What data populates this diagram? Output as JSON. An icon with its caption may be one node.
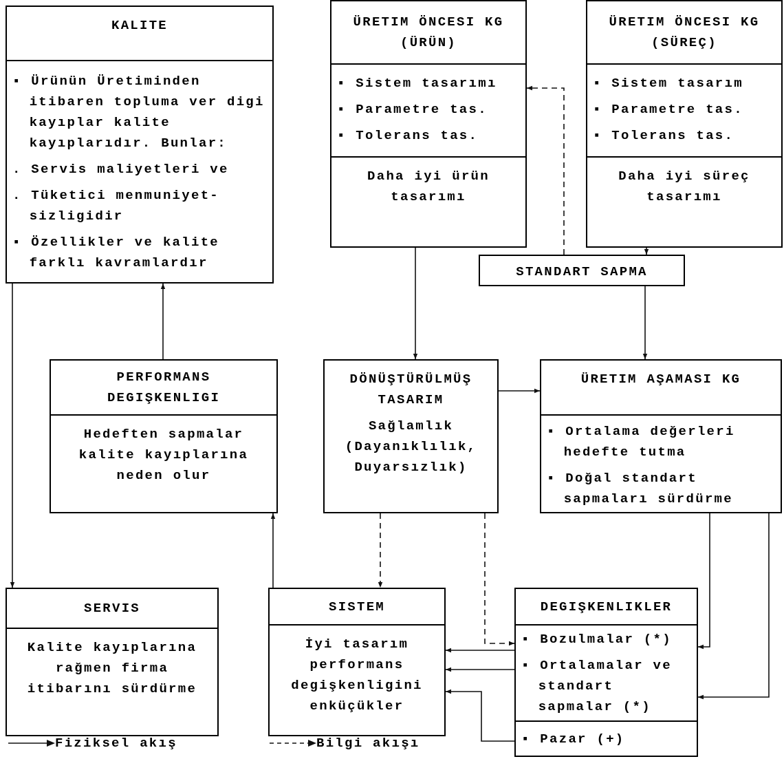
{
  "diagram": {
    "nodes": [
      {
        "text": [
          "KALITE",
          "▪ Ürünün Üretiminden itibaren topluma ver digi kayıplar kalite kayıplarıdır. Bunlar:",
          ". Servis maliyetleri ve",
          ". Tüketici menmuniyet- sizligidir",
          "▪ Özellikler ve kalite farklı kavramlardır"
        ]
      },
      {
        "text": [
          "ÜRETIM ÖNCESI KG (ÜRÜN)",
          "▪ Sistem tasarımı",
          "▪ Parametre tas.",
          "▪ Tolerans tas.",
          "Daha iyi ürün tasarımı"
        ]
      },
      {
        "text": [
          "ÜRETIM ÖNCESI KG (SÜREÇ)",
          "▪ Sistem tasarım",
          "▪ Parametre tas.",
          "▪ Tolerans tas.",
          "Daha iyi süreç tasarımı"
        ]
      },
      {
        "text": [
          "STANDART SAPMA"
        ]
      },
      {
        "text": [
          "PERFORMANS DEGIŞKENLIGI",
          "Hedeften sapmalar kalite kayıplarına neden olur"
        ]
      },
      {
        "text": [
          "DÖNÜŞTÜRÜLMÜŞ TASARIM",
          "Sağlamlık (Dayanıklılık, Duyarsızlık)"
        ]
      },
      {
        "text": [
          "ÜRETIM AŞAMASI KG",
          "▪ Ortalama değerleri hedefte tutma",
          "▪ Doğal standart sapmaları sürdürme"
        ]
      },
      {
        "text": [
          "SERVIS",
          "Kalite kayıplarına rağmen firma itibarını sürdürme"
        ]
      },
      {
        "text": [
          "SISTEM",
          "İyi tasarım performans degişkenligini enküçükler"
        ]
      },
      {
        "text": [
          "DEGIŞKENLIKLER",
          "▪ Bozulmalar (*)",
          "▪ Ortalamalar ve standart sapmalar (*)",
          "▪ Pazar (+)"
        ]
      }
    ],
    "edges": [
      {
        "from": 0,
        "to": 7,
        "arrow": "to"
      },
      {
        "from": 4,
        "to": 0,
        "arrow": "to"
      },
      {
        "from": 1,
        "to": 5,
        "arrow": "to"
      },
      {
        "from": 2,
        "to": 3,
        "arrow": "to"
      },
      {
        "from": 3,
        "to": 1,
        "arrow": "to",
        "style": "dashed"
      },
      {
        "from": 3,
        "to": 6,
        "arrow": "to"
      },
      {
        "from": 5,
        "to": 6,
        "arrow": "to"
      },
      {
        "from": 8,
        "to": 4,
        "arrow": "to"
      },
      {
        "from": 5,
        "to": 8,
        "arrow": "to",
        "style": "dashed"
      },
      {
        "from": 5,
        "to": 9,
        "arrow": "to",
        "style": "dashed"
      },
      {
        "from": 6,
        "to": 9,
        "arrow": "to"
      },
      {
        "from": 6,
        "to": 9,
        "arrow": "to"
      },
      {
        "from": 9,
        "to": 8,
        "arrow": "to"
      },
      {
        "from": 9,
        "to": 8,
        "arrow": "to"
      },
      {
        "from": 9,
        "to": 8,
        "arrow": "to"
      }
    ],
    "legend": [
      {
        "text": "Fiziksel akış"
      },
      {
        "text": "Bilgi akışı"
      }
    ]
  }
}
